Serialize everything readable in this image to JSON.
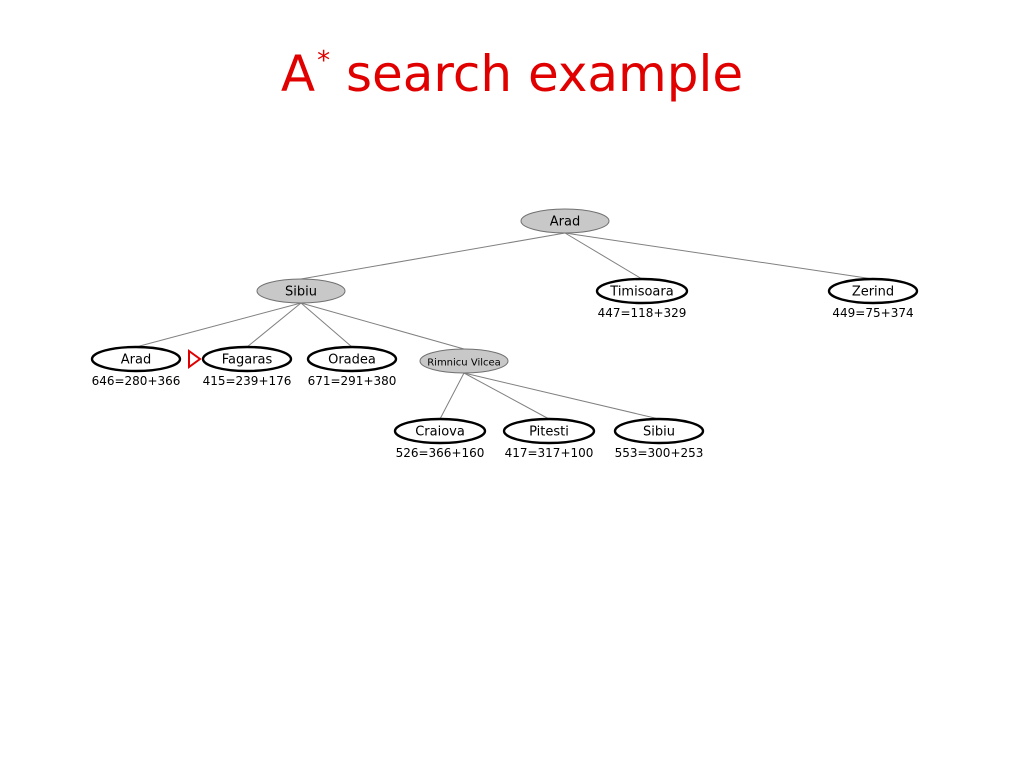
{
  "title": {
    "text": "A",
    "sup": "*",
    "rest": " search example"
  },
  "tree": {
    "nodes": [
      {
        "id": "arad-root",
        "label": "Arad",
        "cost": "",
        "state": "expanded"
      },
      {
        "id": "sibiu",
        "label": "Sibiu",
        "cost": "",
        "state": "expanded"
      },
      {
        "id": "timisoara",
        "label": "Timisoara",
        "cost": "447=118+329",
        "state": "frontier"
      },
      {
        "id": "zerind",
        "label": "Zerind",
        "cost": "449=75+374",
        "state": "frontier"
      },
      {
        "id": "arad-leaf",
        "label": "Arad",
        "cost": "646=280+366",
        "state": "frontier"
      },
      {
        "id": "fagaras",
        "label": "Fagaras",
        "cost": "415=239+176",
        "state": "frontier"
      },
      {
        "id": "oradea",
        "label": "Oradea",
        "cost": "671=291+380",
        "state": "frontier"
      },
      {
        "id": "rimnicu-vilcea",
        "label": "Rimnicu Vilcea",
        "cost": "",
        "state": "expanded"
      },
      {
        "id": "craiova",
        "label": "Craiova",
        "cost": "526=366+160",
        "state": "frontier"
      },
      {
        "id": "pitesti",
        "label": "Pitesti",
        "cost": "417=317+100",
        "state": "frontier"
      },
      {
        "id": "sibiu-leaf",
        "label": "Sibiu",
        "cost": "553=300+253",
        "state": "frontier"
      }
    ],
    "edges": [
      [
        "arad-root",
        "sibiu"
      ],
      [
        "arad-root",
        "timisoara"
      ],
      [
        "arad-root",
        "zerind"
      ],
      [
        "sibiu",
        "arad-leaf"
      ],
      [
        "sibiu",
        "fagaras"
      ],
      [
        "sibiu",
        "oradea"
      ],
      [
        "sibiu",
        "rimnicu-vilcea"
      ],
      [
        "rimnicu-vilcea",
        "craiova"
      ],
      [
        "rimnicu-vilcea",
        "pitesti"
      ],
      [
        "rimnicu-vilcea",
        "sibiu-leaf"
      ]
    ],
    "next_node": "fagaras",
    "colors": {
      "title": "#e00000",
      "expanded": "#c8c8c8",
      "pointer": "#e00000"
    }
  }
}
